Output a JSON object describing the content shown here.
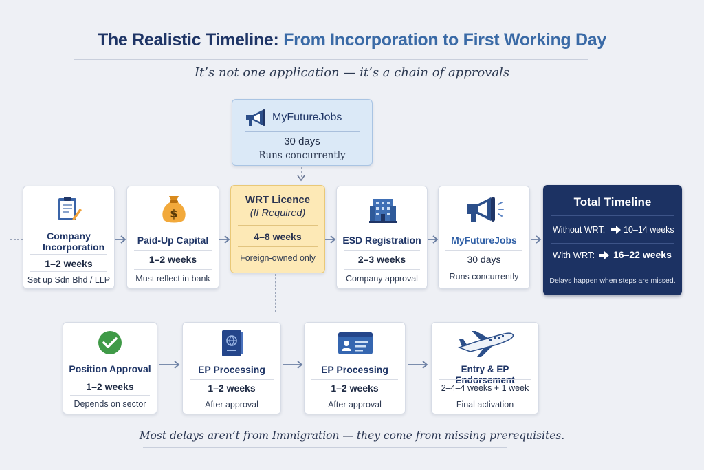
{
  "title": {
    "part1": "The Realistic Timeline:",
    "part2": "From Incorporation to First Working Day"
  },
  "subtitle": "It’s not one application — it’s a chain of approvals",
  "top_box": {
    "name": "MyFutureJobs",
    "duration": "30 days",
    "note": "Runs concurrently",
    "icon": "megaphone-icon"
  },
  "row1": [
    {
      "name": "Company Incorporation",
      "duration": "1–2 weeks",
      "note": "Set up Sdn Bhd / LLP",
      "icon": "clipboard-icon"
    },
    {
      "name": "Paid-Up Capital",
      "duration": "1–2 weeks",
      "note": "Must reflect in bank",
      "icon": "money-bag-icon"
    },
    {
      "name": "WRT Licence",
      "sub": "(If Required)",
      "duration": "4–8 weeks",
      "note": "Foreign-owned only"
    },
    {
      "name": "ESD Registration",
      "duration": "2–3 weeks",
      "note": "Company approval",
      "icon": "building-icon"
    },
    {
      "name": "MyFutureJobs",
      "duration": "30 days",
      "note": "Runs concurrently",
      "icon": "megaphone-icon"
    }
  ],
  "total": {
    "title": "Total Timeline",
    "without_label": "Without WRT:",
    "without_value": "10–14 weeks",
    "with_label": "With WRT:",
    "with_value": "16–22 weeks",
    "note": "Delays happen when steps are missed."
  },
  "row2": [
    {
      "name": "Position Approval",
      "duration": "1–2 weeks",
      "note": "Depends on sector",
      "icon": "check-circle-icon"
    },
    {
      "name": "EP Processing",
      "duration": "1–2 weeks",
      "note": "After approval",
      "icon": "passport-icon"
    },
    {
      "name": "EP Processing",
      "duration": "1–2 weeks",
      "note": "After approval",
      "icon": "id-card-icon"
    },
    {
      "name": "Entry & EP Endorsement",
      "duration": "2–4–4 weeks + 1 week",
      "note": "Final activation",
      "icon": "airplane-icon"
    }
  ],
  "footer": "Most delays aren’t from Immigration — they come from missing prerequisites.",
  "colors": {
    "navy": "#1f3566",
    "blue": "#3a6aa6",
    "wrt_bg": "#fde9b6",
    "top_bg": "#dbe9f7",
    "total_bg": "#1c3263"
  }
}
